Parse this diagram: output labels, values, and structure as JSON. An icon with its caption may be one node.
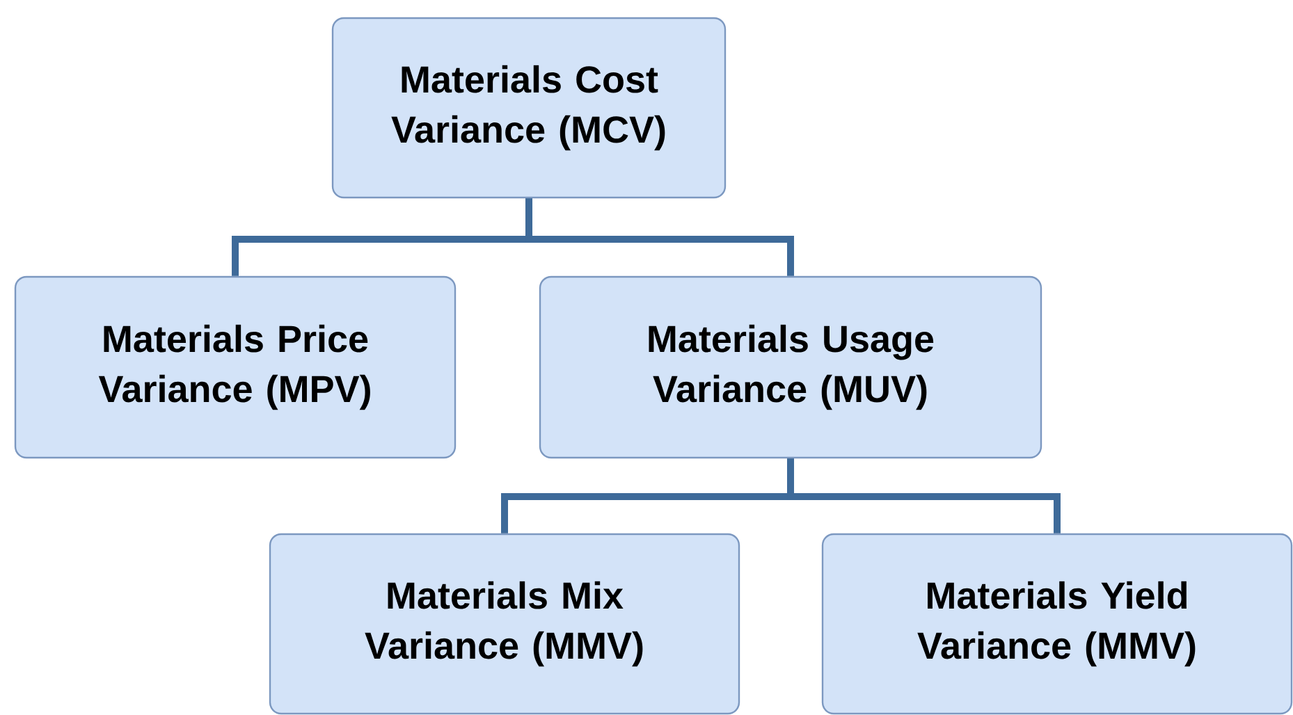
{
  "diagram": {
    "nodes": [
      {
        "text": [
          "Materials Cost Variance (MCV)"
        ]
      },
      {
        "text": [
          "Materials Price Variance (MPV)"
        ]
      },
      {
        "text": [
          "Materials Usage Variance (MUV)"
        ]
      },
      {
        "text": [
          "Materials Mix Variance (MMV)"
        ]
      },
      {
        "text": [
          "Materials Yield Variance (MMV)"
        ]
      }
    ],
    "edges": [
      {
        "from": 0,
        "to": 1,
        "arrow": "none"
      },
      {
        "from": 0,
        "to": 2,
        "arrow": "none"
      },
      {
        "from": 2,
        "to": 3,
        "arrow": "none"
      },
      {
        "from": 2,
        "to": 4,
        "arrow": "none"
      }
    ]
  }
}
